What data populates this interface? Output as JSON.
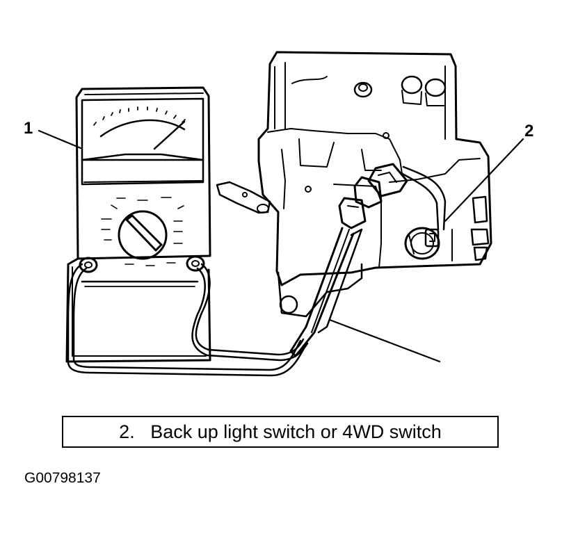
{
  "callouts": {
    "meter": "1",
    "switch": "2"
  },
  "legend": {
    "text": "2.   Back up light switch or 4WD switch"
  },
  "figure_id": "G00798137",
  "icons": [
    "multimeter",
    "transmission-housing",
    "switch",
    "probe-leads"
  ]
}
